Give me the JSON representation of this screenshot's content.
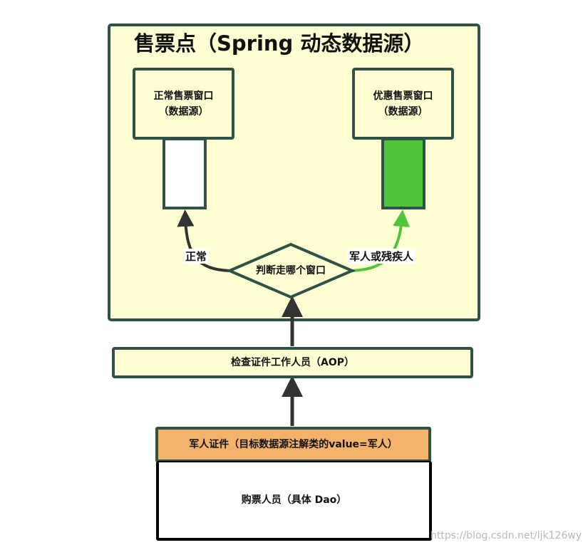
{
  "title": "售票点（Spring 动态数据源）",
  "normal_window": {
    "line1": "正常售票窗口",
    "line2": "（数据源）"
  },
  "priority_window": {
    "line1": "优惠售票窗口",
    "line2": "（数据源）"
  },
  "decision": "判断走哪个窗口",
  "edge_normal": "正常",
  "edge_priority": "军人或残疾人",
  "checker": "检查证件工作人员（AOP）",
  "certificate": "军人证件（目标数据源注解类的value=军人）",
  "buyer": "购票人员（具体 Dao）",
  "watermark": "https://blog.csdn.net/ljk126wy",
  "colors": {
    "panel_fill": "#fefed2",
    "border": "#2e5248",
    "green": "#4fc53a",
    "certificate_fill": "#f4b26b",
    "arrow_dark": "#333333"
  }
}
